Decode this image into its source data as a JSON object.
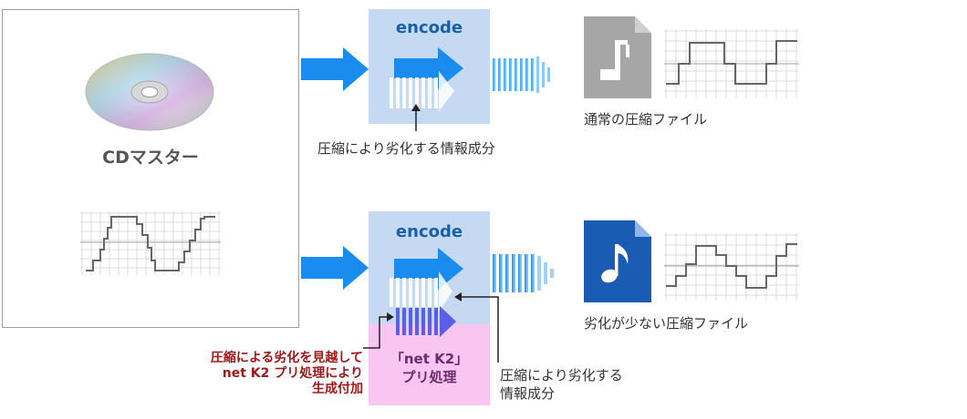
{
  "cd_master": {
    "label": "CDマスター"
  },
  "encode_top": {
    "label": "encode"
  },
  "encode_bottom": {
    "label": "encode"
  },
  "captions": {
    "degradation_top": "圧縮により劣化する情報成分",
    "normal_file": "通常の圧縮ファイル",
    "low_degradation_file": "劣化が少ない圧縮ファイル"
  },
  "pre_process": {
    "line1": "「net K2」",
    "line2": "プリ処理"
  },
  "note_red": {
    "line1": "圧縮による劣化を見越して",
    "line2": "net K2 プリ処理により",
    "line3": "生成付加"
  },
  "note_gray": {
    "line1": "圧縮により劣化する",
    "line2": "情報成分"
  },
  "colors": {
    "accent_blue": "#1a8cf0",
    "file_blue": "#1a5bb3",
    "file_gray": "#a6a6a6",
    "pink": "#f9c6f1",
    "encode_bg": "#c5daf2",
    "red_text": "#a01818"
  }
}
